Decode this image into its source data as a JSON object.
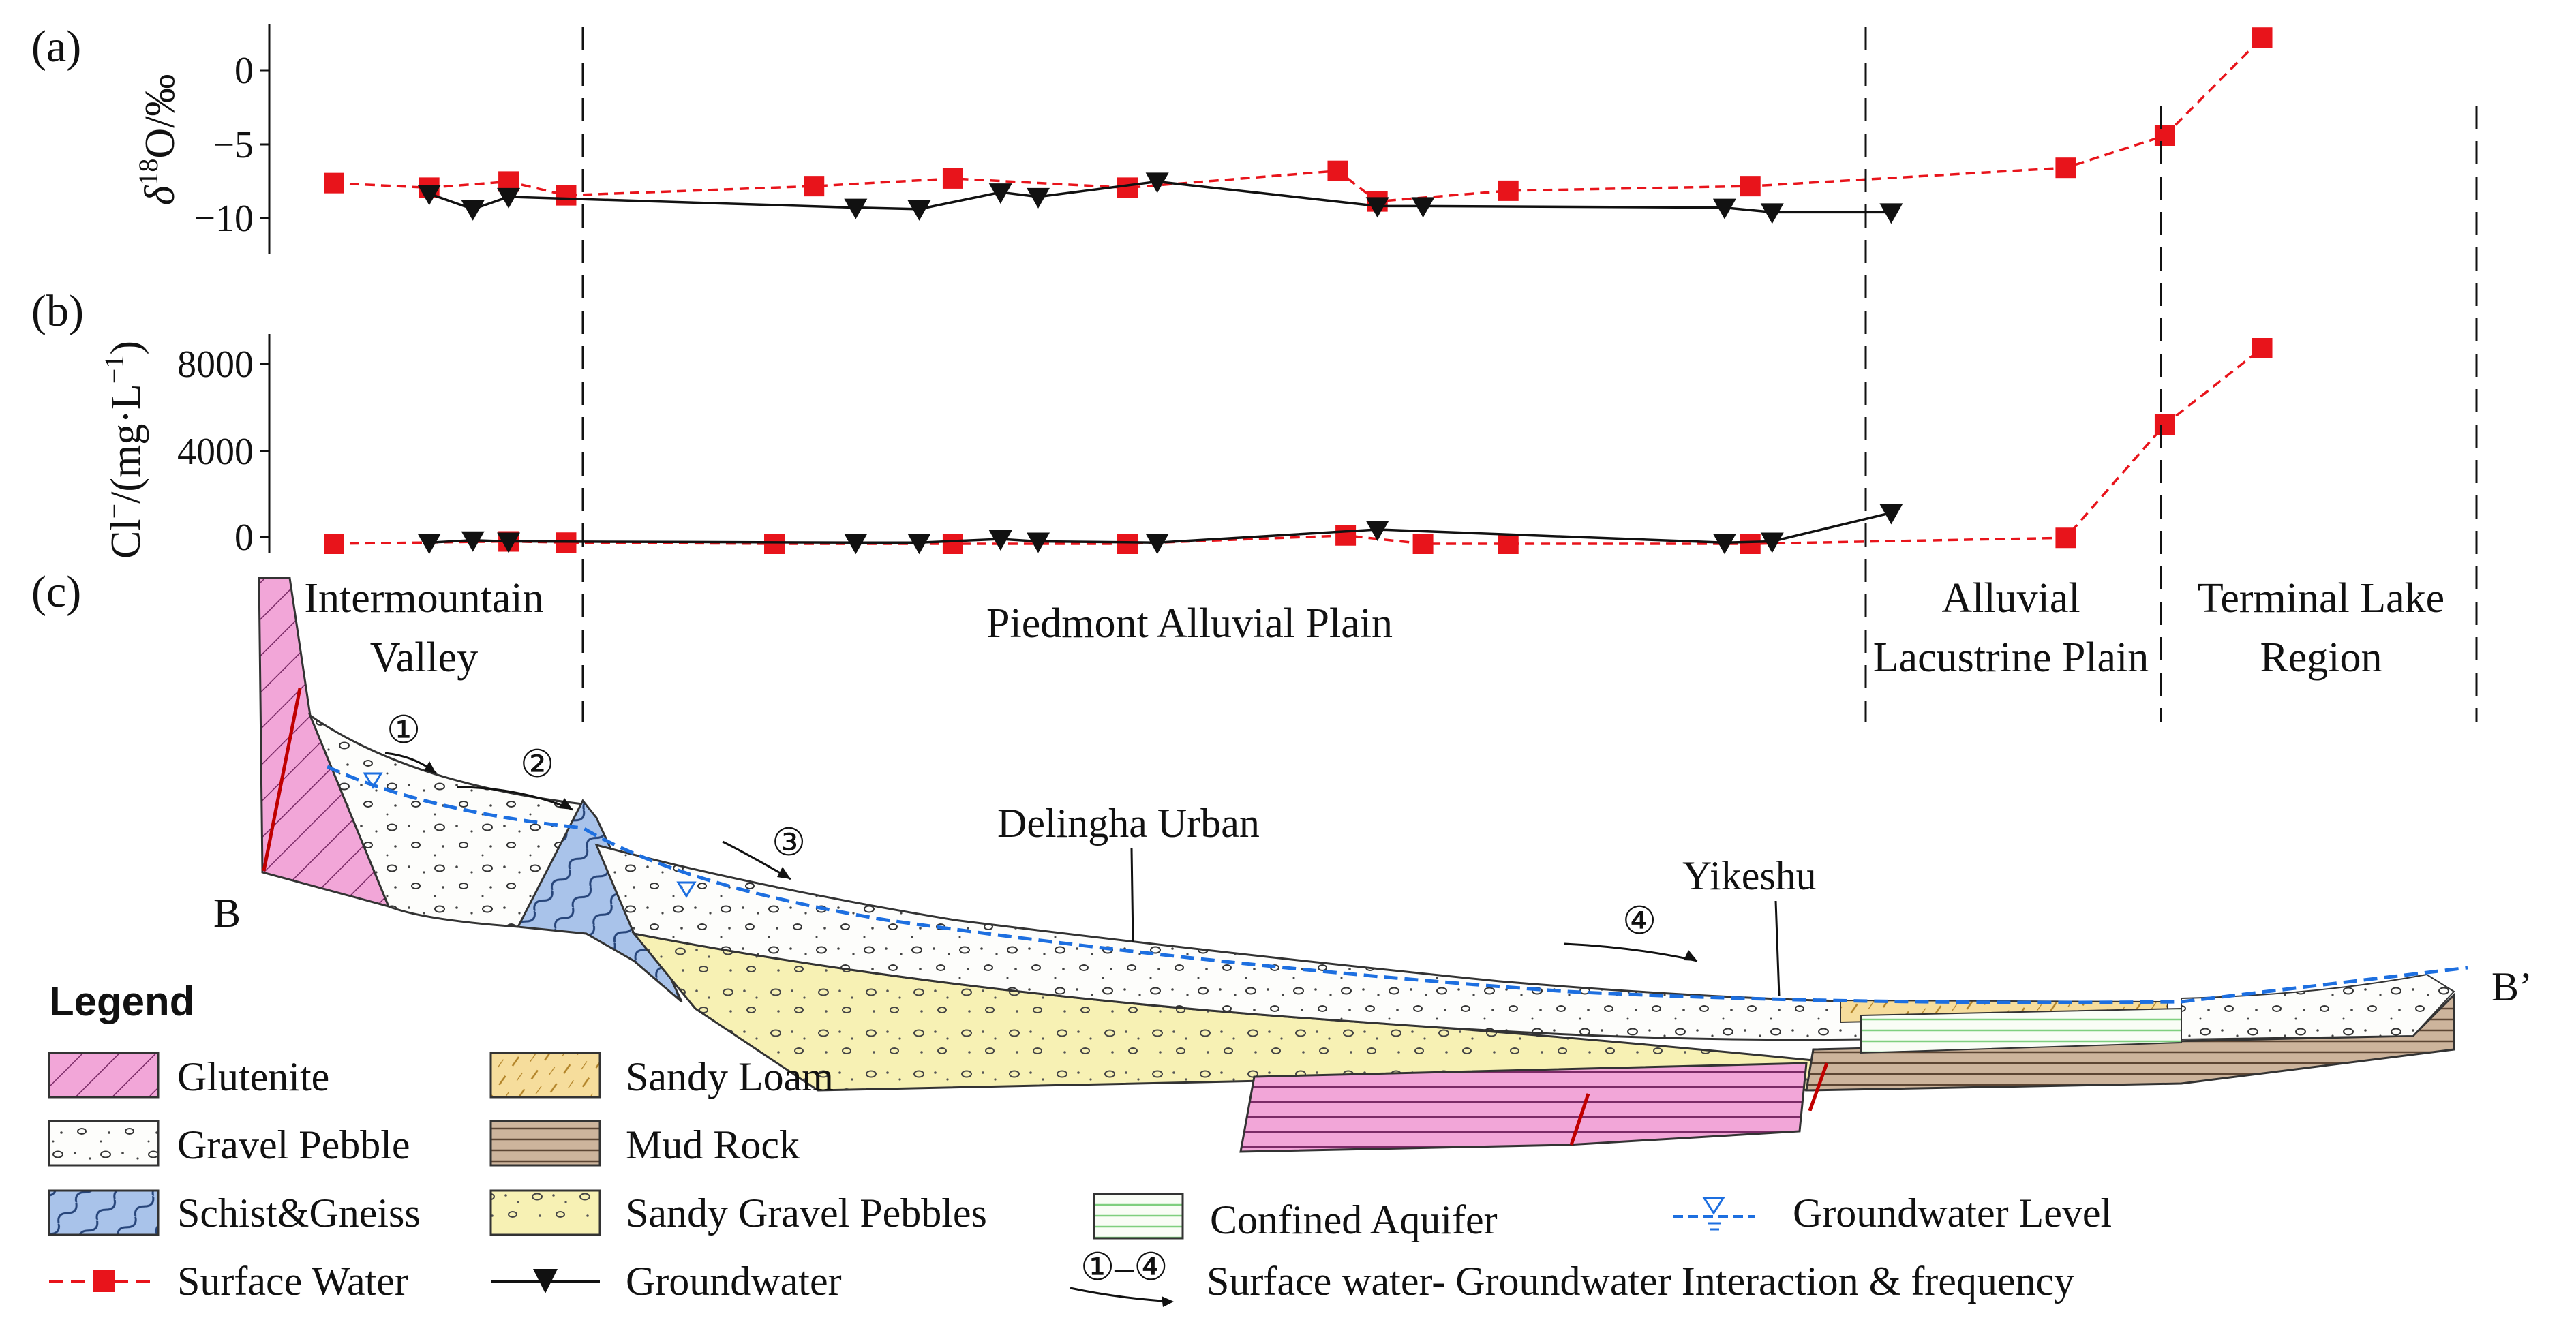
{
  "panels": {
    "a": {
      "label": "(a)",
      "ylabel": "δ¹⁸O/‰",
      "ylabel_main": "O/‰",
      "ylabel_delta": "δ",
      "ylabel_sup": "18",
      "ticks": [
        "0",
        "−5",
        "−10"
      ]
    },
    "b": {
      "label": "(b)",
      "ylabel_main": "Cl",
      "ylabel_rest": "/(mg·L",
      "ylabel_sup1": "−",
      "ylabel_sup2": "−1",
      "ylabel_close": ")",
      "ticks": [
        "8000",
        "4000",
        "0"
      ]
    },
    "c": {
      "label": "(c)"
    }
  },
  "chart_data": [
    {
      "type": "line",
      "panel": "a",
      "x_unit": "distance along profile B–B’ (relative, 0–100)",
      "ylim": [
        -12.5,
        2.5
      ],
      "yticks": [
        0,
        -5,
        -10
      ],
      "series": [
        {
          "name": "Surface Water",
          "style": "dashed",
          "color": "#e8141b",
          "marker": "square",
          "x": [
            0,
            4.8,
            8.8,
            11.7,
            24.2,
            31.2,
            40.0,
            50.6,
            52.6,
            59.2,
            71.4,
            87.3,
            92.3,
            97.2
          ],
          "y": [
            -7.9,
            -8.2,
            -7.8,
            -8.7,
            -8.1,
            -7.6,
            -8.2,
            -7.1,
            -9.1,
            -8.4,
            -8.1,
            -6.9,
            -4.8,
            1.6
          ]
        },
        {
          "name": "Groundwater",
          "style": "solid",
          "color": "#111111",
          "marker": "triangle-down",
          "x": [
            4.8,
            7.0,
            8.8,
            26.3,
            29.5,
            33.6,
            35.5,
            41.5,
            52.6,
            54.9,
            70.1,
            72.5,
            78.5
          ],
          "y": [
            -8.6,
            -9.6,
            -8.8,
            -9.5,
            -9.6,
            -8.5,
            -8.8,
            -7.8,
            -9.4,
            -9.4,
            -9.5,
            -9.8,
            -9.8
          ]
        }
      ]
    },
    {
      "type": "line",
      "panel": "b",
      "x_unit": "distance along profile B–B’ (relative, 0–100)",
      "ylim": [
        -400,
        8800
      ],
      "yticks": [
        8000,
        4000,
        0
      ],
      "series": [
        {
          "name": "Surface Water",
          "style": "dashed",
          "color": "#e8141b",
          "marker": "square",
          "x": [
            0,
            8.8,
            11.7,
            22.2,
            31.2,
            40.0,
            51.0,
            54.9,
            59.2,
            71.4,
            87.3,
            92.3,
            97.2
          ],
          "y": [
            0,
            100,
            50,
            0,
            0,
            0,
            350,
            0,
            0,
            0,
            250,
            5000,
            8200
          ]
        },
        {
          "name": "Groundwater",
          "style": "solid",
          "color": "#111111",
          "marker": "triangle-down",
          "x": [
            4.8,
            7.0,
            8.8,
            26.3,
            29.5,
            33.6,
            35.5,
            41.5,
            52.6,
            70.1,
            72.5,
            78.5
          ],
          "y": [
            50,
            150,
            100,
            50,
            50,
            200,
            100,
            50,
            600,
            50,
            100,
            1300
          ]
        }
      ]
    }
  ],
  "regions": [
    {
      "line1": "Intermountain",
      "line2": "Valley"
    },
    {
      "line1": "Piedmont Alluvial Plain",
      "line2": ""
    },
    {
      "line1": "Alluvial",
      "line2": "Lacustrine Plain"
    },
    {
      "line1": "Terminal Lake",
      "line2": "Region"
    }
  ],
  "section": {
    "start_label": "B",
    "end_label": "B’",
    "place_1": "Delingha Urban",
    "place_2": "Yikeshu",
    "interaction_marks": [
      "①",
      "②",
      "③",
      "④"
    ]
  },
  "legend": {
    "title": "Legend",
    "items": {
      "glutenite": "Glutenite",
      "gravel_pebble": "Gravel Pebble",
      "schist_gneiss": "Schist&Gneiss",
      "sandy_loam": "Sandy Loam",
      "mud_rock": "Mud Rock",
      "sandy_gravel_pebbles": "Sandy Gravel Pebbles",
      "confined_aquifer": "Confined Aquifer",
      "groundwater_level": "Groundwater Level",
      "surface_water": "Surface Water",
      "groundwater": "Groundwater",
      "interaction": "Surface water- Groundwater Interaction & frequency",
      "interaction_range": "①–④"
    }
  },
  "colors": {
    "surface_water": "#e8141b",
    "groundwater": "#111111",
    "glutenite": "#f2a6d8",
    "schist_gneiss": "#a9c3ea",
    "sandy_loam": "#f6dd9c",
    "sandy_gravel": "#f7f1b4",
    "mud_rock": "#cdb49c",
    "confined_aquifer": "#7fcf7f",
    "groundwater_level": "#1d6fe0"
  }
}
